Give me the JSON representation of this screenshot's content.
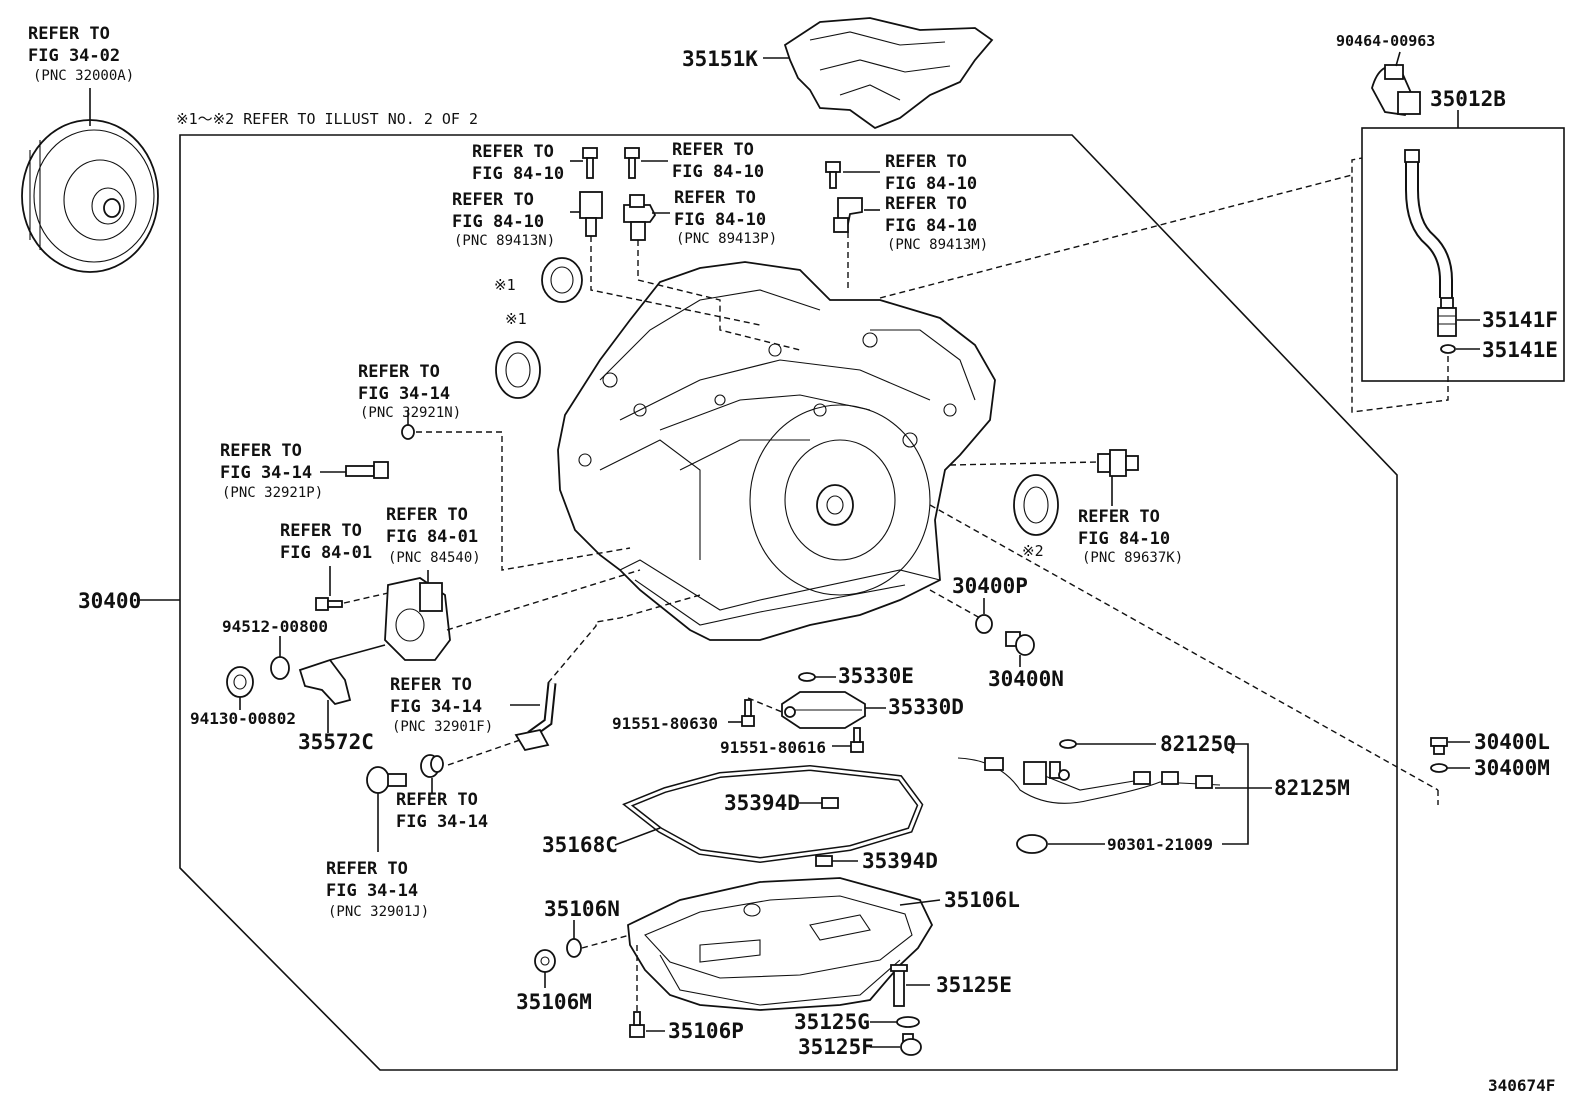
{
  "figure_id": "340674F",
  "note": "※1～※2 REFER TO ILLUST NO. 2 OF 2",
  "refs": {
    "r_32000a": {
      "l1": "REFER TO",
      "l2": "FIG 34-02",
      "pnc": "(PNC 32000A)"
    },
    "r_sensor_n": {
      "l1": "REFER TO",
      "l2": "FIG 84-10"
    },
    "r_89413n": {
      "l1": "REFER TO",
      "l2": "FIG 84-10",
      "pnc": "(PNC 89413N)"
    },
    "r_sensor_p": {
      "l1": "REFER TO",
      "l2": "FIG 84-10"
    },
    "r_89413p": {
      "l1": "REFER TO",
      "l2": "FIG 84-10",
      "pnc": "(PNC 89413P)"
    },
    "r_sensor_m": {
      "l1": "REFER TO",
      "l2": "FIG 84-10"
    },
    "r_89413m": {
      "l1": "REFER TO",
      "l2": "FIG 84-10",
      "pnc": "(PNC 89413M)"
    },
    "r_32921n": {
      "l1": "REFER TO",
      "l2": "FIG 34-14",
      "pnc": "(PNC 32921N)"
    },
    "r_32921p": {
      "l1": "REFER TO",
      "l2": "FIG 34-14",
      "pnc": "(PNC 32921P)"
    },
    "r_8401": {
      "l1": "REFER TO",
      "l2": "FIG 84-01"
    },
    "r_84540": {
      "l1": "REFER TO",
      "l2": "FIG 84-01",
      "pnc": "(PNC 84540)"
    },
    "r_89637k": {
      "l1": "REFER TO",
      "l2": "FIG 84-10",
      "pnc": "(PNC 89637K)"
    },
    "r_32901f": {
      "l1": "REFER TO",
      "l2": "FIG 34-14",
      "pnc": "(PNC 32901F)"
    },
    "r_3414": {
      "l1": "REFER TO",
      "l2": "FIG 34-14"
    },
    "r_32901j": {
      "l1": "REFER TO",
      "l2": "FIG 34-14",
      "pnc": "(PNC 32901J)"
    }
  },
  "parts": {
    "p_35151k": "35151K",
    "p_90464": "90464-00963",
    "p_35012b": "35012B",
    "p_35141f": "35141F",
    "p_35141e": "35141E",
    "p_30400": "30400",
    "p_94512": "94512-00800",
    "p_94130": "94130-00802",
    "p_35572c": "35572C",
    "p_30400p": "30400P",
    "p_30400n": "30400N",
    "p_35330e": "35330E",
    "p_35330d": "35330D",
    "p_91551_630": "91551-80630",
    "p_91551_616": "91551-80616",
    "p_82125q": "82125Q",
    "p_82125m": "82125M",
    "p_90301": "90301-21009",
    "p_30400l": "30400L",
    "p_30400m": "30400M",
    "p_35394d_a": "35394D",
    "p_35394d_b": "35394D",
    "p_35168c": "35168C",
    "p_35106n": "35106N",
    "p_35106l": "35106L",
    "p_35106m": "35106M",
    "p_35125e": "35125E",
    "p_35106p": "35106P",
    "p_35125g": "35125G",
    "p_35125f": "35125F"
  },
  "marks": {
    "m1a": "※1",
    "m1b": "※1",
    "m2": "※2"
  }
}
